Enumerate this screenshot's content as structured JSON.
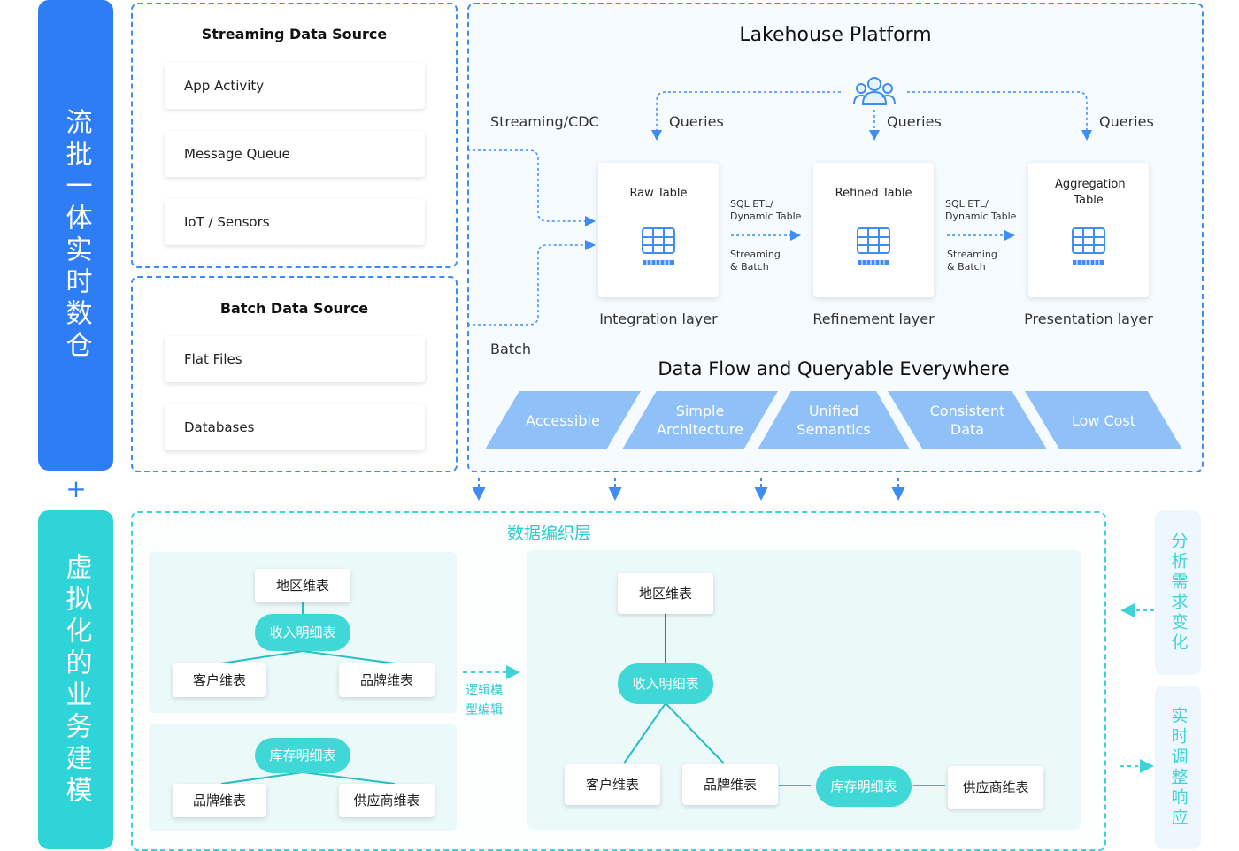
{
  "left_bars": {
    "top_label": "流批一体实时数仓",
    "plus": "+",
    "bottom_label": "虚拟化的业务建模"
  },
  "streaming_source": {
    "title": "Streaming Data Source",
    "items": [
      "App Activity",
      "Message Queue",
      "IoT / Sensors"
    ]
  },
  "batch_source": {
    "title": "Batch Data Source",
    "items": [
      "Flat Files",
      "Databases"
    ]
  },
  "lakehouse": {
    "title": "Lakehouse Platform",
    "streaming_label": "Streaming/CDC",
    "batch_label": "Batch",
    "queries": [
      "Queries",
      "Queries",
      "Queries"
    ],
    "tables": [
      {
        "name": "Raw Table",
        "layer": "Integration layer"
      },
      {
        "name": "Refined Table",
        "layer": "Refinement layer"
      },
      {
        "name": "Aggregation Table",
        "layer": "Presentation layer"
      }
    ],
    "etl": [
      {
        "top": "SQL ETL/\nDynamic Table",
        "bottom": "Streaming\n& Batch"
      },
      {
        "top": "SQL ETL/\nDynamic Table",
        "bottom": "Streaming\n& Batch"
      }
    ],
    "flow_title": "Data Flow and Queryable Everywhere",
    "features": [
      "Accessible",
      "Simple Architecture",
      "Unified Semantics",
      "Consistent Data",
      "Low Cost"
    ]
  },
  "fabric": {
    "title": "数据编织层",
    "left_top": {
      "top": "地区维表",
      "center": "收入明细表",
      "left": "客户维表",
      "right": "品牌维表"
    },
    "left_bottom": {
      "center": "库存明细表",
      "left": "品牌维表",
      "right": "供应商维表"
    },
    "arrow_label": "逻辑模\n型编辑",
    "right": {
      "top": "地区维表",
      "center": "收入明细表",
      "left": "客户维表",
      "mid": "品牌维表",
      "inv": "库存明细表",
      "supplier": "供应商维表"
    }
  },
  "right_bars": {
    "top_label": "分析需求变化",
    "bottom_label": "实时调整响应"
  },
  "colors": {
    "blue": "#2f7df5",
    "teal": "#2fd4d8",
    "feature_blue": "#8fc0f7"
  }
}
